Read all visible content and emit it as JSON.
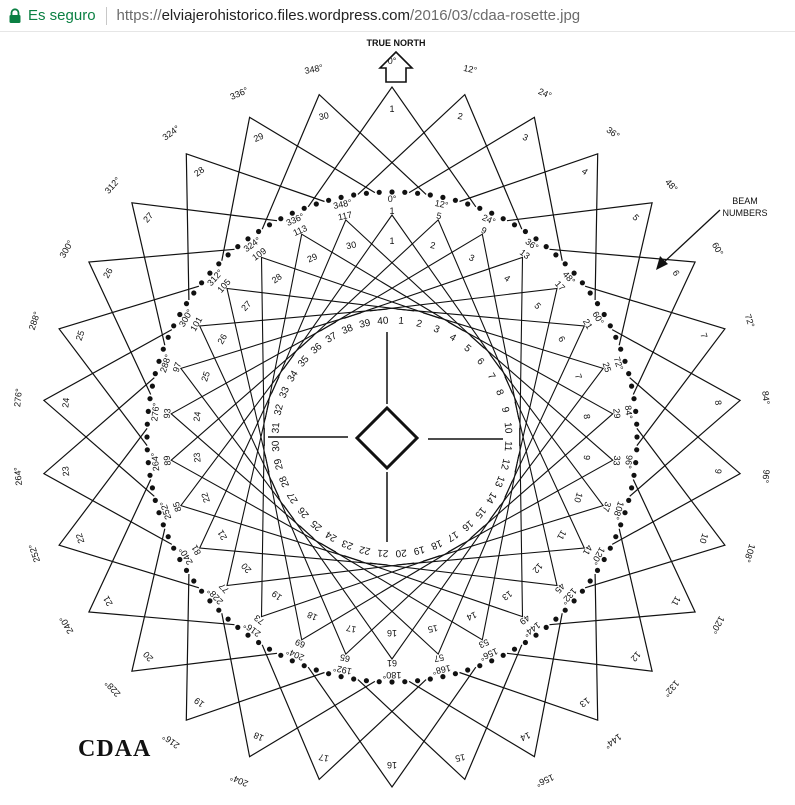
{
  "browser": {
    "secure_label": "Es seguro",
    "url_scheme": "https://",
    "url_host": "elviajerohistorico.files.wordpress.com",
    "url_path": "/2016/03/cdaa-rosette.jpg",
    "accent_secure": "#0b8043"
  },
  "diagram": {
    "true_north_label": "TRUE NORTH",
    "beam_numbers_label_line1": "BEAM",
    "beam_numbers_label_line2": "NUMBERS",
    "title": "CDAA",
    "outer_ring": {
      "element_count": 120,
      "labeled_elements": [
        "1",
        "5",
        "9",
        "13",
        "17",
        "21",
        "25",
        "29",
        "33",
        "37",
        "41",
        "45",
        "49",
        "53",
        "57",
        "61",
        "65",
        "69",
        "73",
        "77",
        "81",
        "85",
        "89",
        "93",
        "97",
        "101",
        "105",
        "109",
        "113",
        "117"
      ],
      "beams": [
        "1",
        "2",
        "3",
        "4",
        "5",
        "6",
        "7",
        "8",
        "9",
        "10",
        "11",
        "12",
        "13",
        "14",
        "15",
        "16",
        "17",
        "18",
        "19",
        "20",
        "21",
        "22",
        "23",
        "24",
        "25",
        "26",
        "27",
        "28",
        "29",
        "30"
      ],
      "bearings": [
        "0°",
        "12°",
        "24°",
        "36°",
        "48°",
        "60°",
        "72°",
        "84°",
        "96°",
        "108°",
        "120°",
        "132°",
        "144°",
        "156°",
        "168°",
        "180°",
        "192°",
        "204°",
        "216°",
        "228°",
        "240°",
        "252°",
        "264°",
        "276°",
        "288°",
        "300°",
        "312°",
        "324°",
        "336°",
        "348°"
      ]
    },
    "inner_ring": {
      "element_count": 40,
      "elements": [
        "1",
        "2",
        "3",
        "4",
        "5",
        "6",
        "7",
        "8",
        "9",
        "10",
        "11",
        "12",
        "13",
        "14",
        "15",
        "16",
        "17",
        "18",
        "19",
        "20",
        "21",
        "22",
        "23",
        "24",
        "25",
        "26",
        "27",
        "28",
        "29",
        "30",
        "31",
        "32",
        "33",
        "34",
        "35",
        "36",
        "37",
        "38",
        "39",
        "40"
      ],
      "beams": [
        "1",
        "2",
        "3",
        "4",
        "5",
        "6",
        "7",
        "8",
        "9",
        "10",
        "11",
        "12",
        "13",
        "14",
        "15",
        "16",
        "17",
        "18",
        "19",
        "20",
        "21",
        "22",
        "23",
        "24",
        "25",
        "26",
        "27",
        "28",
        "29",
        "30"
      ],
      "bearings": [
        "0°",
        "12°",
        "24°",
        "36°",
        "48°",
        "60°",
        "72°",
        "84°",
        "96°",
        "108°",
        "120°",
        "132°",
        "144°",
        "156°",
        "168°",
        "180°",
        "192°",
        "204°",
        "216°",
        "228°",
        "240°",
        "252°",
        "264°",
        "276°",
        "288°",
        "300°",
        "312°",
        "324°",
        "336°",
        "348°"
      ]
    }
  }
}
